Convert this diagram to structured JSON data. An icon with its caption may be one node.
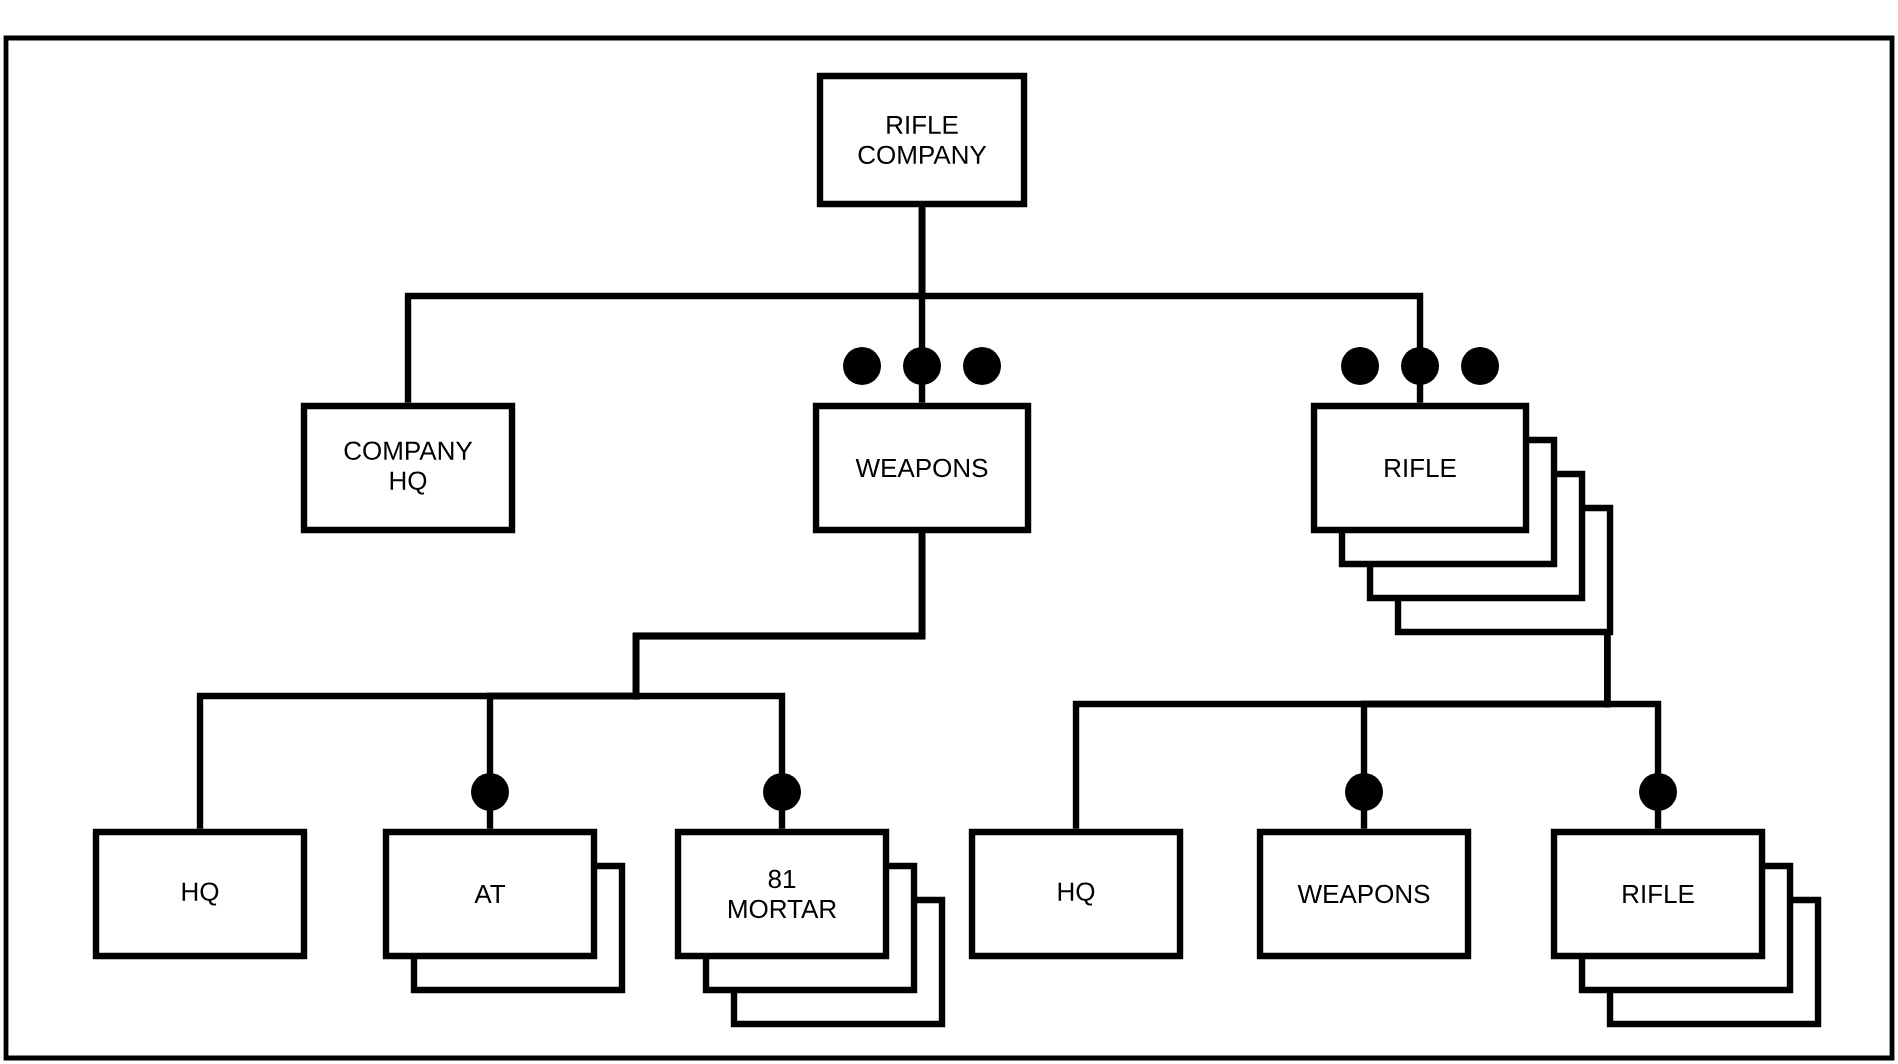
{
  "diagram": {
    "nodes": [
      {
        "text": [
          "RIFLE COMPANY"
        ]
      },
      {
        "text": [
          "COMPANY HQ"
        ]
      },
      {
        "text": [
          "WEAPONS"
        ]
      },
      {
        "text": [
          "RIFLE"
        ]
      },
      {
        "text": [
          "HQ"
        ]
      },
      {
        "text": [
          "AT"
        ]
      },
      {
        "text": [
          "81 MORTAR"
        ]
      },
      {
        "text": [
          "HQ"
        ]
      },
      {
        "text": [
          "WEAPONS"
        ]
      },
      {
        "text": [
          "RIFLE"
        ]
      }
    ],
    "edges": [
      {
        "from": 0,
        "to": 1,
        "arrow": "none"
      },
      {
        "from": 0,
        "to": 2,
        "arrow": "none"
      },
      {
        "from": 0,
        "to": 3,
        "arrow": "none"
      },
      {
        "from": 2,
        "to": 4,
        "arrow": "none"
      },
      {
        "from": 2,
        "to": 5,
        "arrow": "none"
      },
      {
        "from": 2,
        "to": 6,
        "arrow": "none"
      },
      {
        "from": 3,
        "to": 7,
        "arrow": "none"
      },
      {
        "from": 3,
        "to": 8,
        "arrow": "none"
      },
      {
        "from": 3,
        "to": 9,
        "arrow": "none"
      }
    ]
  }
}
